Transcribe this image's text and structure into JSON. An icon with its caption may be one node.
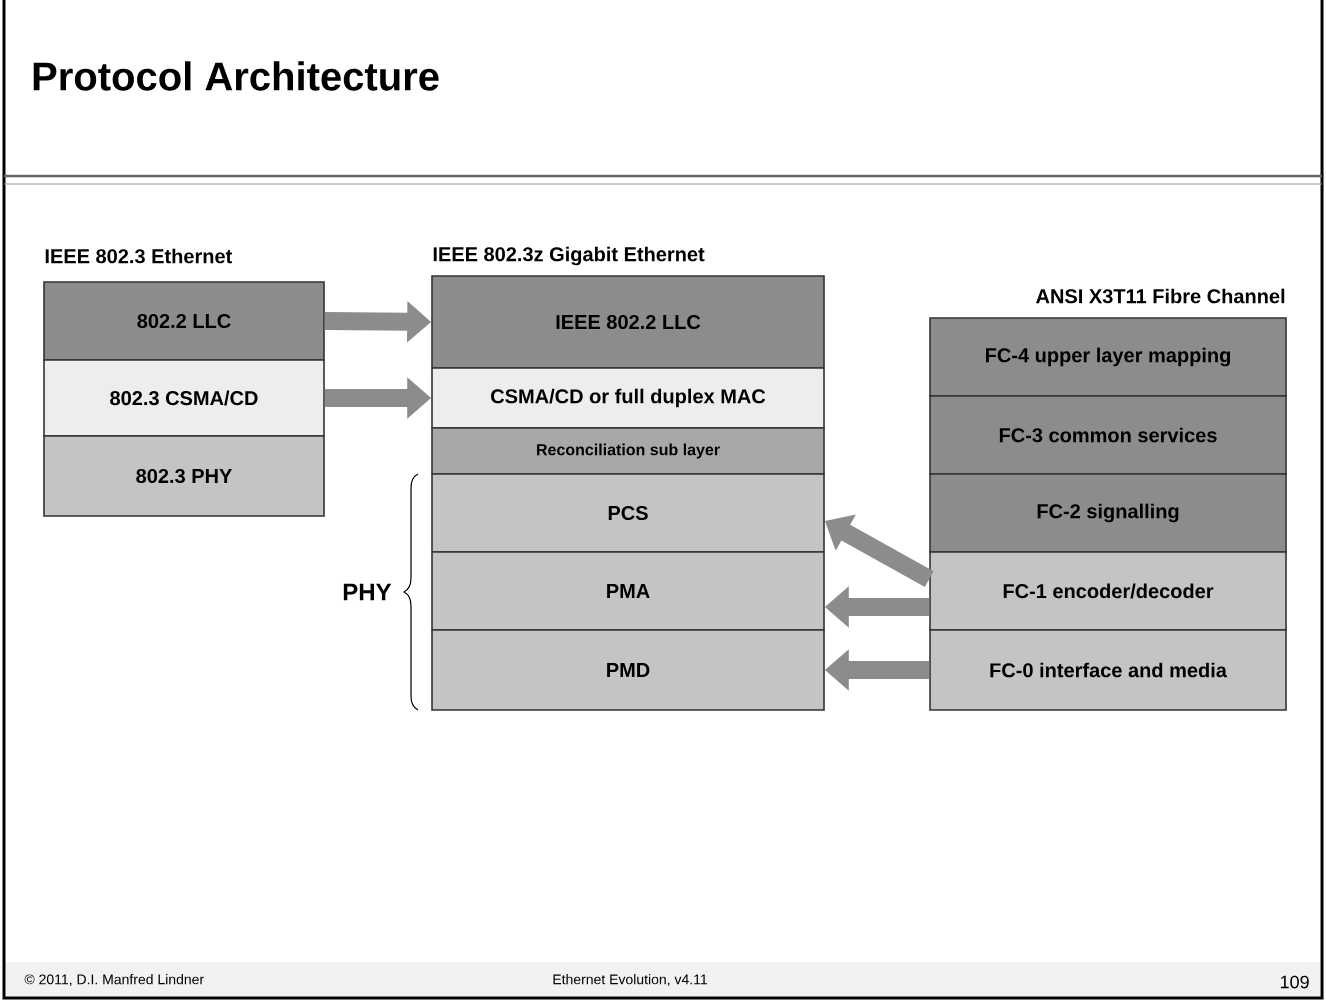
{
  "diagram": {
    "title": "Protocol Architecture",
    "nodes": [
      {
        "text": [
          "802.2  LLC"
        ]
      },
      {
        "text": [
          "802.3  CSMA/CD"
        ]
      },
      {
        "text": [
          "802.3  PHY"
        ]
      },
      {
        "text": [
          "IEEE 802.2 LLC"
        ]
      },
      {
        "text": [
          "CSMA/CD or full duplex MAC"
        ]
      },
      {
        "text": [
          "Reconciliation sub layer"
        ]
      },
      {
        "text": [
          "PCS"
        ]
      },
      {
        "text": [
          "PMA"
        ]
      },
      {
        "text": [
          "PMD"
        ]
      },
      {
        "text": [
          "FC-4  upper layer mapping"
        ]
      },
      {
        "text": [
          "FC-3  common services"
        ]
      },
      {
        "text": [
          "FC-2  signalling"
        ]
      },
      {
        "text": [
          "FC-1 encoder/decoder"
        ]
      },
      {
        "text": [
          "FC-0  interface and media"
        ]
      }
    ],
    "edges": [
      {
        "from": 0,
        "to": 3,
        "arrow": "to"
      },
      {
        "from": 1,
        "to": 4,
        "arrow": "to"
      },
      {
        "from": 12,
        "to": 6,
        "arrow": "to"
      },
      {
        "from": 12,
        "to": 7,
        "arrow": "to"
      },
      {
        "from": 13,
        "to": 8,
        "arrow": "to"
      }
    ],
    "labels": [
      "IEEE 802.3 Ethernet",
      "IEEE 802.3z Gigabit Ethernet",
      "ANSI X3T11 Fibre Channel",
      "PHY",
      "© 2011, D.I. Manfred Lindner",
      "Ethernet Evolution, v4.11",
      "109"
    ]
  }
}
